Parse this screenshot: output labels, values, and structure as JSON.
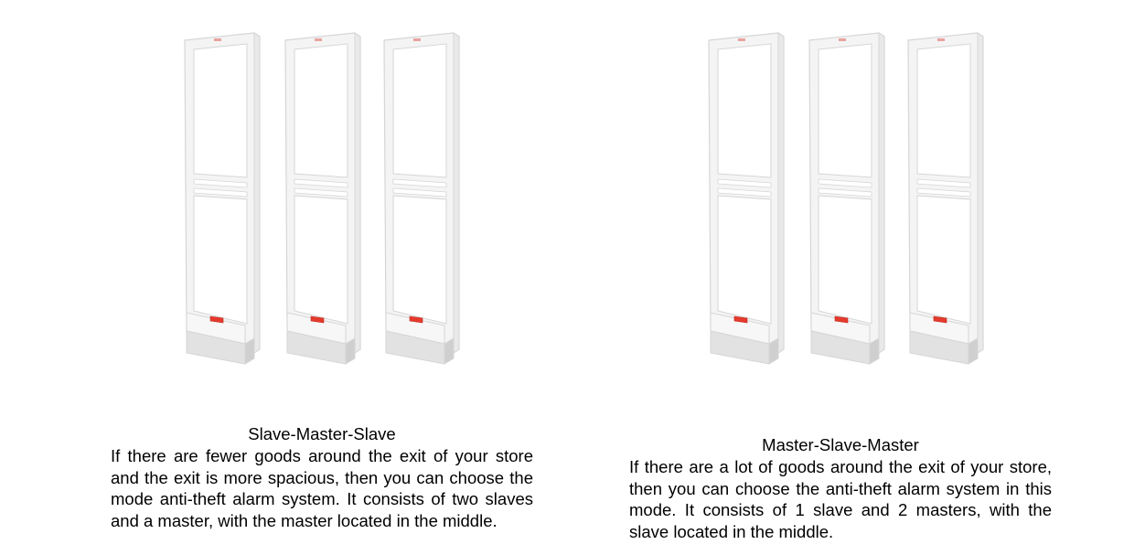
{
  "panels": [
    {
      "title": "Slave-Master-Slave",
      "description": "If there are fewer goods around the exit of your store and the exit is more spacious, then you can choose the mode anti-theft alarm system. It consists of two slaves and a master, with the master located in the middle.",
      "gate_count": 3
    },
    {
      "title": "Master-Slave-Master",
      "description": "If there are a lot of goods around the exit of your store, then you can choose the anti-theft alarm system in this mode. It consists of 1 slave and 2 masters, with the slave located in the middle.",
      "gate_count": 3
    }
  ],
  "colors": {
    "gate_body": "#f4f4f4",
    "gate_edge": "#d6d6d6",
    "base": "#e2e2e2",
    "indicator": "#e53a2c"
  }
}
